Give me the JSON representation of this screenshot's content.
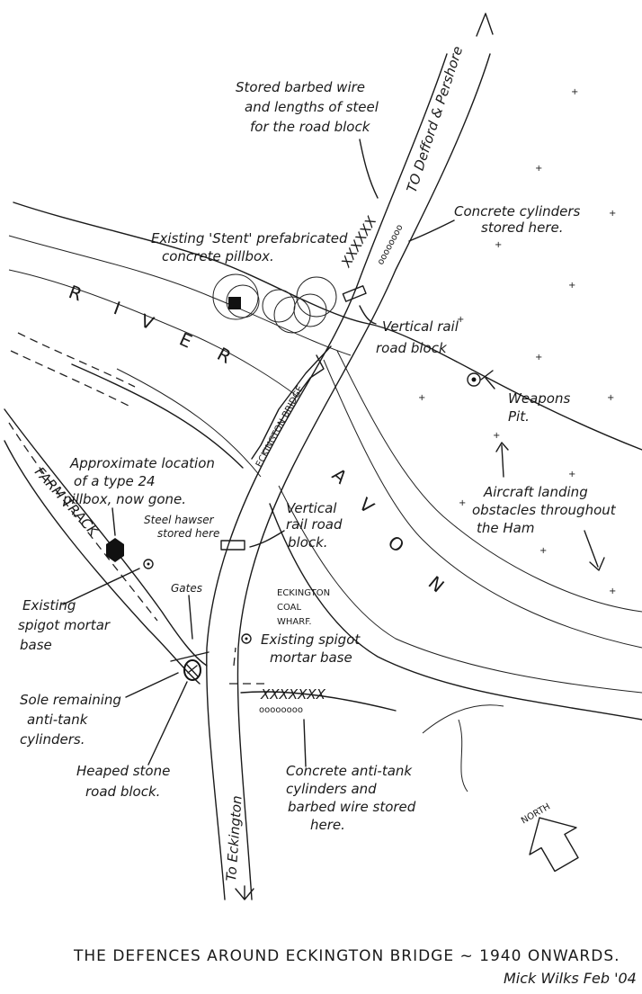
{
  "title": "THE DEFENCES AROUND ECKINGTON BRIDGE ~ 1940 ONWARDS.",
  "signature": "Mick Wilks Feb '04",
  "river": {
    "letters_upper": [
      "R",
      "I",
      "V",
      "E",
      "R"
    ],
    "letters_lower": [
      "A",
      "V",
      "O",
      "N"
    ]
  },
  "roads": {
    "to_defford": "TO Defford & Pershore",
    "to_eckington": "To Eckington",
    "farm_track": "FARM TRACK",
    "bridge": "ECKINGTON BRIDGE"
  },
  "labels": {
    "stored_wire": [
      "Stored barbed wire",
      "and lengths of steel",
      "for the road block"
    ],
    "concrete_cylinders": [
      "Concrete cylinders",
      "stored here."
    ],
    "stent_pillbox": [
      "Existing 'Stent' prefabricated",
      "concrete pillbox."
    ],
    "vertical_rail_1": [
      "Vertical rail",
      "road block"
    ],
    "weapons_pit": [
      "Weapons",
      "Pit."
    ],
    "aircraft_obstacles": [
      "Aircraft landing",
      "obstacles throughout",
      "the Ham"
    ],
    "type24": [
      "Approximate location",
      "of a type 24",
      "pillbox, now gone."
    ],
    "steel_hawser": [
      "Steel hawser",
      "stored here"
    ],
    "vertical_rail_2": [
      "Vertical",
      "rail road",
      "block."
    ],
    "coal_wharf": [
      "ECKINGTON",
      "COAL",
      "WHARF."
    ],
    "gates": "Gates",
    "spigot_left": [
      "Existing",
      "spigot mortar",
      "base"
    ],
    "spigot_right": [
      "Existing spigot",
      "mortar base"
    ],
    "sole_cylinders": [
      "Sole remaining",
      "anti-tank",
      "cylinders."
    ],
    "heaped_stone": [
      "Heaped stone",
      "road block."
    ],
    "concrete_anti_tank": [
      "Concrete anti-tank",
      "cylinders and",
      "barbed wire stored",
      "here."
    ],
    "north": "NORTH"
  },
  "marks": {
    "barbed_wire_top": "XXXXXX",
    "barbed_wire_bottom": "XXXXXXX",
    "cylinders_bottom": "oooooooo"
  }
}
